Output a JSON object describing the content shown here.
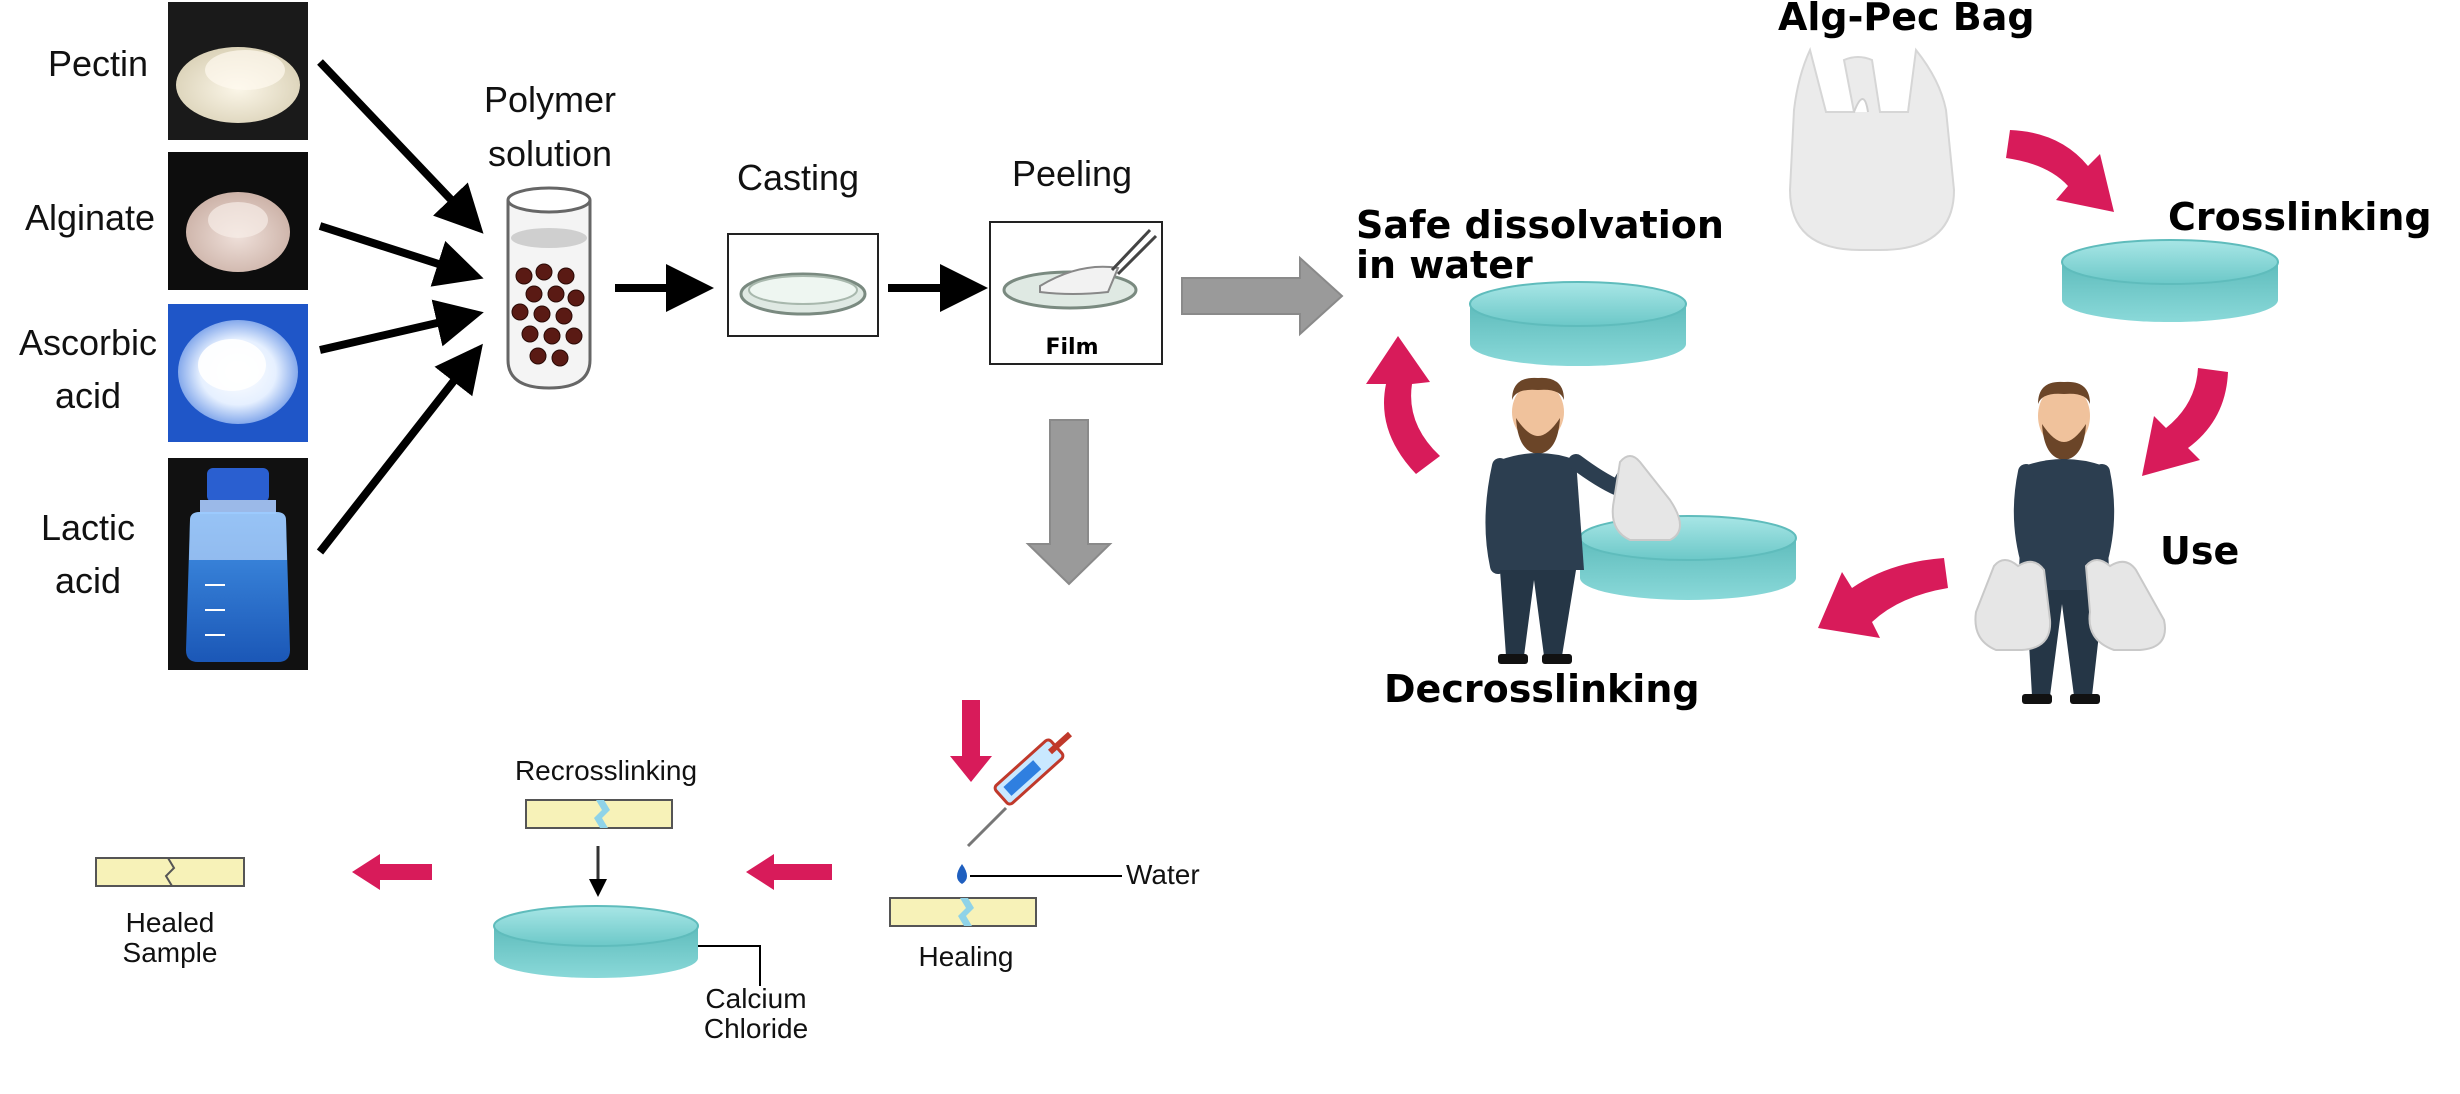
{
  "materials": {
    "pectin": "Pectin",
    "alginate": "Alginate",
    "ascorbic_line1": "Ascorbic",
    "ascorbic_line2": "acid",
    "lactic_line1": "Lactic",
    "lactic_line2": "acid"
  },
  "process": {
    "polymer_line1": "Polymer",
    "polymer_line2": "solution",
    "casting": "Casting",
    "peeling": "Peeling",
    "film": "Film"
  },
  "cycle": {
    "bag": "Alg-Pec Bag",
    "crosslinking": "Crosslinking",
    "use": "Use",
    "decrosslinking": "Decrosslinking",
    "safe_line1": "Safe dissolvation",
    "safe_line2": "in water"
  },
  "healing": {
    "water": "Water",
    "healing": "Healing",
    "recrosslinking": "Recrosslinking",
    "calcium_line1": "Calcium",
    "calcium_line2": "Chloride",
    "healed_line1": "Healed",
    "healed_line2": "Sample"
  },
  "colors": {
    "arrow_black": "#000000",
    "arrow_grey": "#9a9a9a",
    "arrow_red": "#d81b5a",
    "dish_teal": "#7fd3d3",
    "strip_yellow": "#f7f2b8"
  }
}
